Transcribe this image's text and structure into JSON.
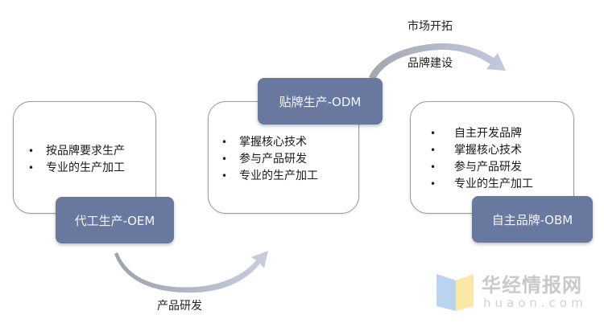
{
  "stages": [
    {
      "title": "代工生产-OEM",
      "bullets": [
        "按品牌要求生产",
        "专业的生产加工"
      ]
    },
    {
      "title": "贴牌生产-ODM",
      "bullets": [
        "掌握核心技术",
        "参与产品研发",
        "专业的生产加工"
      ]
    },
    {
      "title": "自主品牌-OBM",
      "bullets": [
        "自主开发品牌",
        "掌握核心技术",
        "参与产品研发",
        "专业的生产加工"
      ]
    }
  ],
  "bullet_symbol": "•",
  "transitions": {
    "oem_to_odm": "产品研发",
    "odm_to_obm_top": "市场开拓",
    "odm_to_obm_bottom": "品牌建设"
  },
  "watermark": {
    "name": "华经情报网",
    "domain": "huaon.com"
  },
  "colors": {
    "label_fill": "#68789f",
    "card_border": "#9a9a9a",
    "arrow": "#b7bccb"
  }
}
